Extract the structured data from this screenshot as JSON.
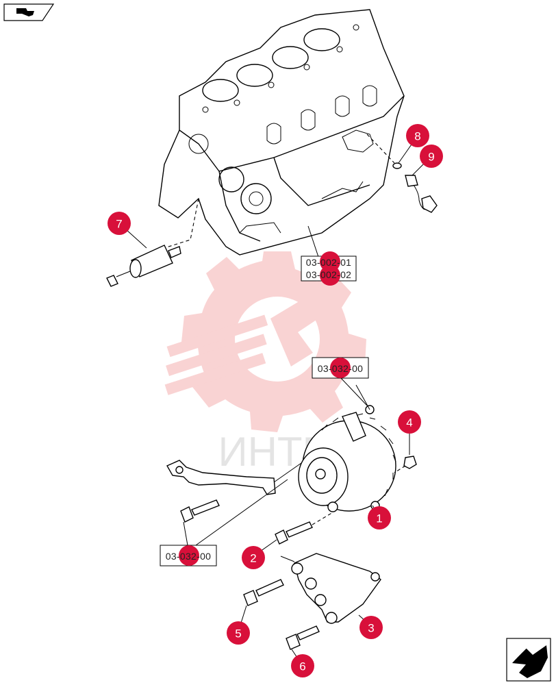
{
  "navigation": {
    "prev_icon": "back-arrow-icon",
    "next_icon": "forward-arrow-icon"
  },
  "watermark": {
    "text": "ИНТЕ",
    "color": "#f08080"
  },
  "callout_color": "#d8103a",
  "callouts": [
    "1",
    "2",
    "3",
    "4",
    "5",
    "6",
    "7",
    "8",
    "9"
  ],
  "references": [
    "03-002-01",
    "03-002-02",
    "03-032-00",
    "03-032-00"
  ]
}
